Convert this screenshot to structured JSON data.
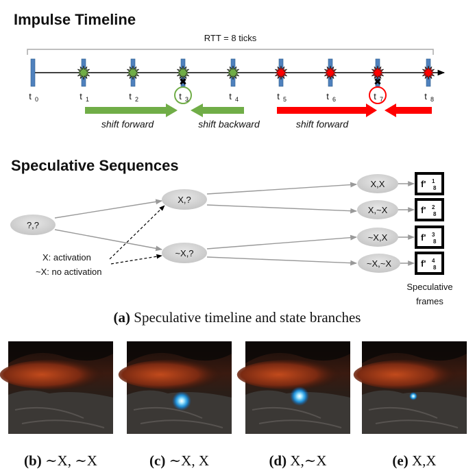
{
  "impulse_timeline": {
    "title": "Impulse Timeline",
    "rtt_label": "RTT = 8 ticks",
    "ticks": [
      {
        "t": "t",
        "sub": "0",
        "marker": "none"
      },
      {
        "t": "t",
        "sub": "1",
        "marker": "green-burst"
      },
      {
        "t": "t",
        "sub": "2",
        "marker": "green-burst"
      },
      {
        "t": "t",
        "sub": "3",
        "marker": "green-burst-cross-circle"
      },
      {
        "t": "t",
        "sub": "4",
        "marker": "green-burst"
      },
      {
        "t": "t",
        "sub": "5",
        "marker": "red-burst"
      },
      {
        "t": "t",
        "sub": "6",
        "marker": "red-burst"
      },
      {
        "t": "t",
        "sub": "7",
        "marker": "red-burst-cross-circle"
      },
      {
        "t": "t",
        "sub": "8",
        "marker": "red-burst"
      }
    ],
    "arrows": {
      "green_forward": "shift forward",
      "green_backward": "shift backward",
      "red_forward": "shift forward"
    },
    "colors": {
      "tick_bar": "#4f81bd",
      "green": "#70ad47",
      "red": "#ff0000"
    }
  },
  "speculative_sequences": {
    "title": "Speculative Sequences",
    "root": "?,?",
    "level1": [
      "X,?",
      "~X,?"
    ],
    "level2": [
      "X,X",
      "X,~X",
      "~X,X",
      "~X,~X"
    ],
    "legend": [
      "X: activation",
      "~X: no activation"
    ],
    "frames": [
      {
        "main": "f'",
        "sup": "1",
        "sub": "8"
      },
      {
        "main": "f'",
        "sup": "2",
        "sub": "8"
      },
      {
        "main": "f'",
        "sup": "3",
        "sub": "8"
      },
      {
        "main": "f'",
        "sup": "4",
        "sub": "8"
      }
    ],
    "frames_caption": [
      "Speculative",
      "frames"
    ]
  },
  "caption_a": {
    "label": "(a)",
    "text": " Speculative timeline and state branches"
  },
  "panels": [
    {
      "label": "(b)",
      "text": " ∼X, ∼X",
      "glow": "none"
    },
    {
      "label": "(c)",
      "text": " ∼X, X",
      "glow": "large"
    },
    {
      "label": "(d)",
      "text": " X,∼X",
      "glow": "large"
    },
    {
      "label": "(e)",
      "text": " X,X",
      "glow": "small"
    }
  ]
}
